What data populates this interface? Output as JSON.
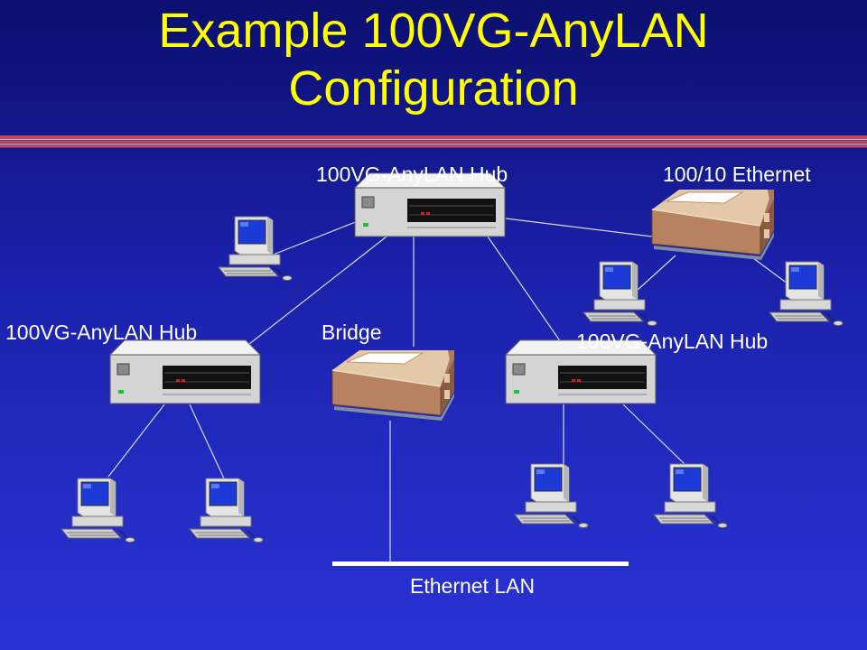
{
  "title": {
    "line1": "Example 100VG-AnyLAN",
    "line2": "Configuration"
  },
  "labels": {
    "top_hub": "100VG-AnyLAN Hub",
    "ethernet_switch": "100/10 Ethernet",
    "left_hub": "100VG-AnyLAN Hub",
    "bridge": "Bridge",
    "right_hub": "100VG-AnyLAN Hub",
    "ethernet_lan": "Ethernet LAN"
  },
  "colors": {
    "background_top": "#0b0f6e",
    "background_bottom": "#2a33d6",
    "title": "#ffff00",
    "label": "#ffffff",
    "rule_red": "#d9434f",
    "rule_gray": "#b8b8c8",
    "hub_body": "#d8d8d8",
    "box_brown": "#b07a58",
    "monitor_screen": "#1c3ad6"
  },
  "icons": {
    "hub": "network-hub-icon",
    "bridge": "bridge-box-icon",
    "ethernet_switch": "ethernet-switch-box-icon",
    "workstation": "desktop-computer-icon"
  }
}
